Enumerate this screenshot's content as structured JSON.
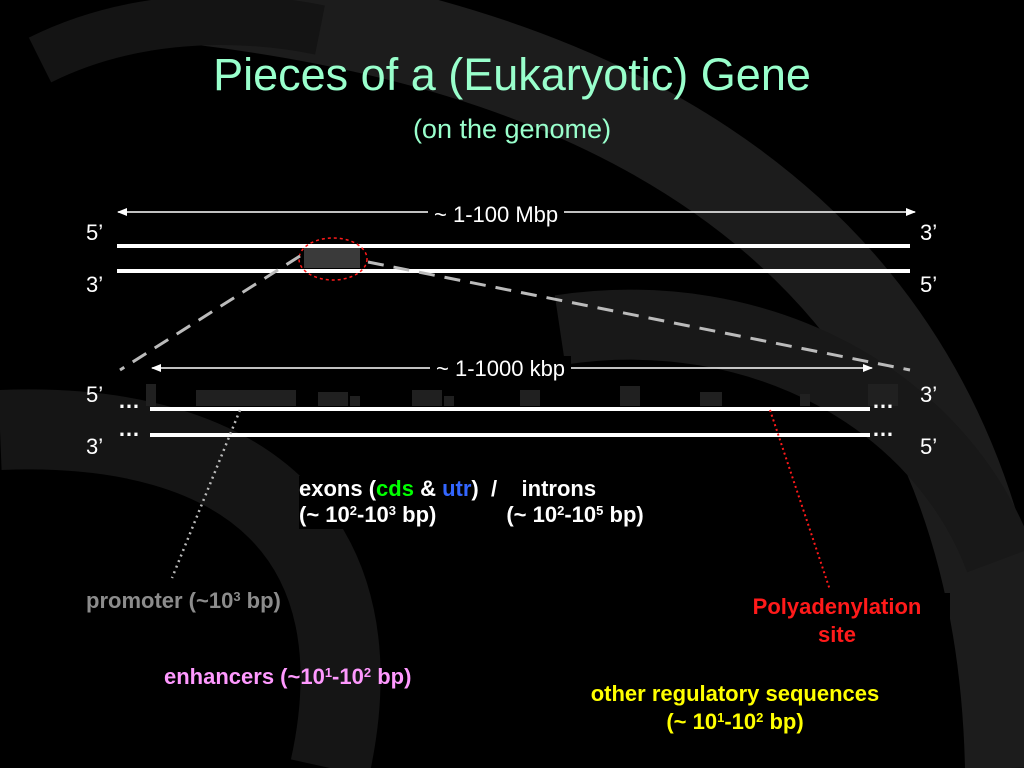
{
  "title": "Pieces of a (Eukaryotic) Gene",
  "subtitle": "(on the genome)",
  "genome": {
    "length_label": "~ 1-100 Mbp",
    "top_left_end": "5’",
    "top_right_end": "3’",
    "bottom_left_end": "3’",
    "bottom_right_end": "5’"
  },
  "gene": {
    "length_label": "~ 1-1000 kbp",
    "top_left_end": "5’",
    "top_right_end": "3’",
    "bottom_left_end": "3’",
    "bottom_right_end": "5’",
    "ellipsis": "…"
  },
  "parts": {
    "exons_prefix": "exons (",
    "cds": "cds",
    "amp": " & ",
    "utr": "utr",
    "exons_suffix": ")  /    introns",
    "exon_size_prefix": "(~ 10",
    "exon_size_exp1": "2",
    "exon_size_mid": "-10",
    "exon_size_exp2": "3",
    "exon_size_suffix": " bp)",
    "intron_size_prefix": "(~ 10",
    "intron_size_exp1": "2",
    "intron_size_mid": "-10",
    "intron_size_exp2": "5",
    "intron_size_suffix": " bp)"
  },
  "promoter": {
    "prefix": "promoter (~10",
    "exp": "3",
    "suffix": " bp)"
  },
  "enhancers": {
    "prefix": "enhancers (~10",
    "exp1": "1",
    "mid": "-10",
    "exp2": "2",
    "suffix": " bp)"
  },
  "polyadenylation": {
    "line1": "Polyadenylation",
    "line2": "site"
  },
  "other": {
    "line1": "other regulatory sequences",
    "prefix": "(~ 10",
    "exp1": "1",
    "mid": "-10",
    "exp2": "2",
    "suffix": " bp)"
  },
  "colors": {
    "title": "#99ffcc",
    "cds": "#00ff00",
    "utr": "#3366ff",
    "promoter": "#8c8c8c",
    "enhancers": "#ff99ff",
    "polyadenylation": "#ff1a1a",
    "other": "#ffff00",
    "zoom_ellipse": "#ff1a1a"
  }
}
